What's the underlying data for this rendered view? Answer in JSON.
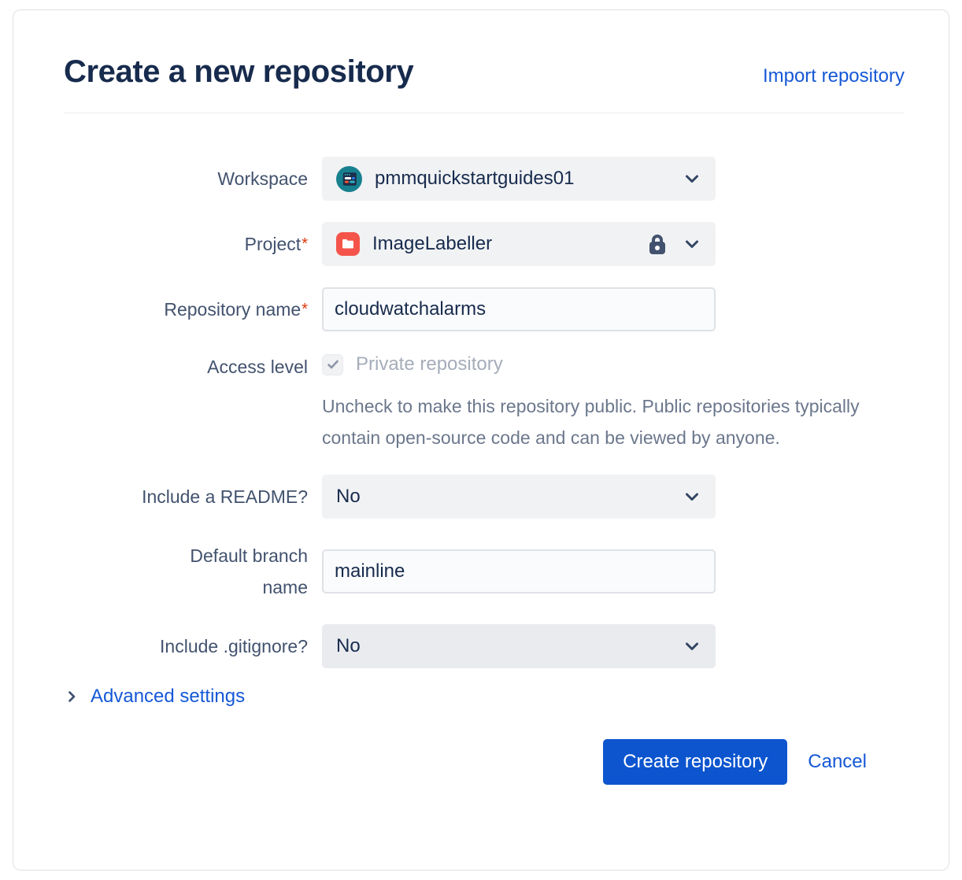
{
  "header": {
    "title": "Create a new repository",
    "import_link": "Import repository"
  },
  "form": {
    "workspace": {
      "label": "Workspace",
      "value": "pmmquickstartguides01"
    },
    "project": {
      "label": "Project",
      "required_mark": "*",
      "value": "ImageLabeller"
    },
    "repo_name": {
      "label": "Repository name",
      "required_mark": "*",
      "value": "cloudwatchalarms"
    },
    "access_level": {
      "label": "Access level",
      "checkbox_label": "Private repository",
      "checkbox_checked": true,
      "help": "Uncheck to make this repository public. Public repositories typically contain open-source code and can be viewed by anyone."
    },
    "readme": {
      "label": "Include a README?",
      "value": "No"
    },
    "default_branch": {
      "label": "Default branch name",
      "value": "mainline"
    },
    "gitignore": {
      "label": "Include .gitignore?",
      "value": "No"
    },
    "advanced": {
      "label": "Advanced settings"
    }
  },
  "footer": {
    "create_label": "Create repository",
    "cancel_label": "Cancel"
  },
  "icons": {
    "workspace_avatar": "workspace-avatar",
    "project_avatar": "project-folder",
    "lock": "lock",
    "chevron_down": "chevron-down",
    "chevron_right": "chevron-right",
    "checkmark": "checkmark"
  },
  "colors": {
    "title_text": "#172B4D",
    "label_text": "#42526E",
    "help_text": "#6B778C",
    "disabled_text": "#A5ADBA",
    "link_blue": "#1558D6",
    "button_blue": "#0C55CF",
    "required_red": "#DE350B",
    "field_bg": "#F1F2F4",
    "field_bg_darker": "#E9EBEF",
    "input_border": "#DFE1E6",
    "avatar_teal": "#17808F",
    "folder_red": "#F5544A"
  }
}
